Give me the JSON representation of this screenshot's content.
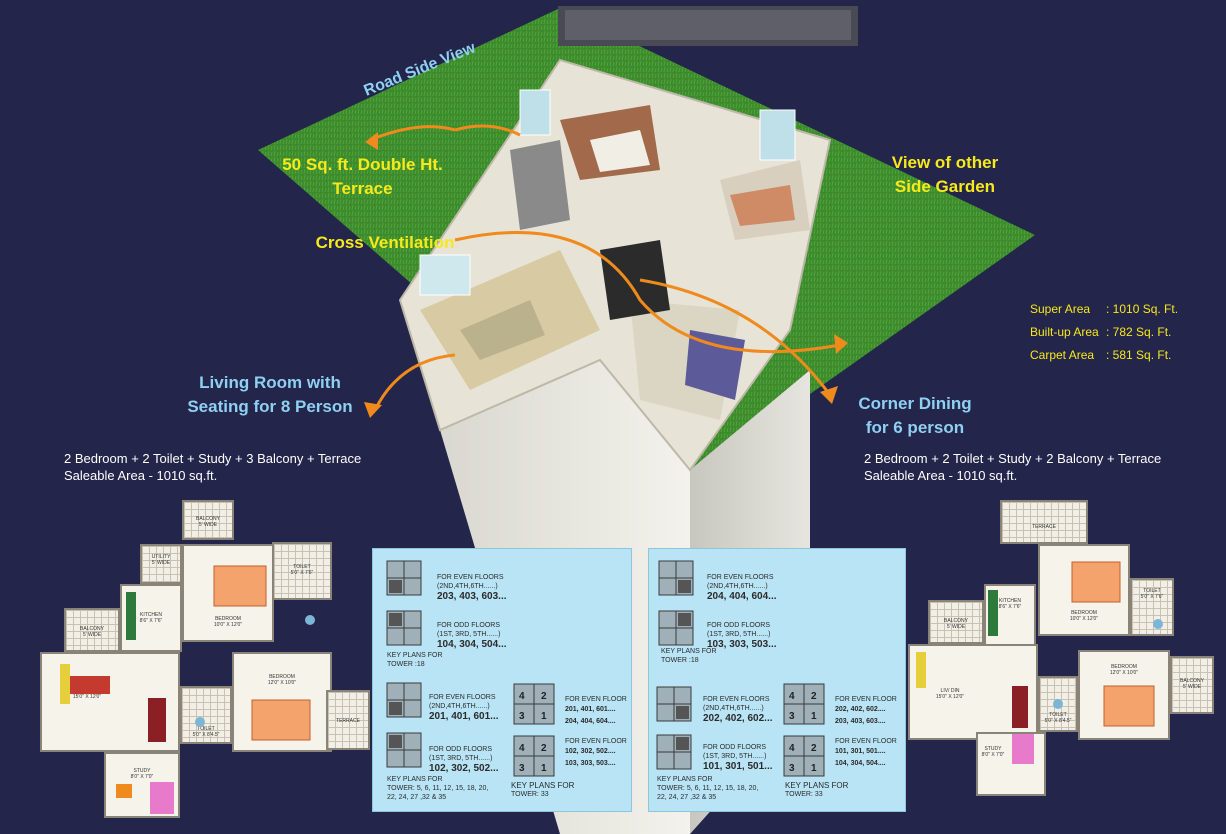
{
  "callouts": {
    "road_side_view": "Road Side View",
    "terrace_1": "50 Sq. ft. Double Ht.",
    "terrace_2": "Terrace",
    "cross_ventilation": "Cross Ventilation",
    "side_garden_1": "View of other",
    "side_garden_2": "Side Garden",
    "living_1": "Living Room with",
    "living_2": "Seating for 8 Person",
    "dining_1": "Corner Dining",
    "dining_2": "for 6 person"
  },
  "area": {
    "super_label": "Super Area",
    "super_value": ": 1010 Sq. Ft.",
    "builtup_label": "Built-up Area",
    "builtup_value": ": 782   Sq. Ft.",
    "carpet_label": "Carpet Area",
    "carpet_value": ": 581   Sq. Ft."
  },
  "left_unit": {
    "config": "2 Bedroom + 2 Toilet + Study + 3 Balcony + Terrace",
    "saleable": "Saleable Area - 1010 sq.ft.",
    "rooms": {
      "balcony_top": "BALCONY\n5' WIDE",
      "utility": "UTILITY\n5' WIDE",
      "kitchen": "KITCHEN\n8'6\" X 7'6\"",
      "bedroom1": "BEDROOM\n10'0\" X 12'0\"",
      "toilet1": "TOILET\n5'0\" X 7'6\"",
      "balcony_left": "BALCONY\n5' WIDE",
      "living": "LIV/ DIN\n15'0\" X 12'0\"",
      "bedroom2": "BEDROOM\n12'0\" X 10'0\"",
      "toilet2": "TOILET\n5'0\" X 8'4.5\"",
      "terrace": "TERRACE",
      "study": "STUDY\n8'0\" X 7'0\""
    }
  },
  "right_unit": {
    "config": "2 Bedroom + 2 Toilet + Study + 2 Balcony + Terrace",
    "saleable": "Saleable Area  - 1010 sq.ft.",
    "rooms": {
      "terrace": "TERRACE",
      "kitchen": "KITCHEN\n8'6\" X 7'6\"",
      "bedroom1": "BEDROOM\n10'0\" X 12'0\"",
      "toilet1": "TOILET\n5'0\" X 7'6\"",
      "balcony_left": "BALCONY\n5' WIDE",
      "living": "LIV/ DIN\n15'0\" X 12'0\"",
      "bedroom2": "BEDROOM\n12'0\" X 10'0\"",
      "balcony_right": "BALCONY\n5' WIDE",
      "toilet2": "TOILET\n5'0\" X 8'4.5\"",
      "study": "STUDY\n8'0\" X 7'0\""
    }
  },
  "key_plans_left": {
    "a_even": "FOR EVEN FLOORS",
    "a_even_sub": "(2ND,4TH,6TH......)",
    "a_even_units": "203, 403, 603...",
    "a_odd": "FOR ODD FLOORS",
    "a_odd_sub": "(1ST, 3RD, 5TH......)",
    "a_odd_units": "104, 304, 504...",
    "a_key": "KEY PLANS FOR",
    "a_tower": "TOWER :18",
    "b_even": "FOR EVEN FLOORS",
    "b_even_sub": "(2ND,4TH,6TH......)",
    "b_even_units": "201, 401, 601...",
    "b_odd": "FOR ODD FLOORS",
    "b_odd_sub": "(1ST, 3RD, 5TH......)",
    "b_odd_units": "102, 302, 502...",
    "b_key": "KEY PLANS FOR",
    "b_tower_1": "TOWER: 5, 6, 11, 12, 15, 18, 20,",
    "b_tower_2": "22, 24, 27 ,32 & 35",
    "c_even": "FOR EVEN FLOOR",
    "c_even_u1": "201, 401, 601....",
    "c_even_u2": "204, 404, 604....",
    "c_odd": "FOR EVEN FLOOR",
    "c_odd_u1": "102, 302, 502....",
    "c_odd_u2": "103, 303, 503....",
    "c_key": "KEY PLANS FOR",
    "c_tower": "TOWER: 33"
  },
  "key_plans_right": {
    "a_even": "FOR EVEN FLOORS",
    "a_even_sub": "(2ND,4TH,6TH......)",
    "a_even_units": "204, 404, 604...",
    "a_odd": "FOR ODD FLOORS",
    "a_odd_sub": "(1ST, 3RD, 5TH......)",
    "a_odd_units": "103, 303, 503...",
    "a_key": "KEY PLANS FOR",
    "a_tower": "TOWER :18",
    "b_even": "FOR EVEN FLOORS",
    "b_even_sub": "(2ND,4TH,6TH......)",
    "b_even_units": "202, 402, 602...",
    "b_odd": "FOR ODD FLOORS",
    "b_odd_sub": "(1ST, 3RD, 5TH......)",
    "b_odd_units": "101, 301, 501...",
    "b_key": "KEY PLANS FOR",
    "b_tower_1": "TOWER: 5, 6, 11, 12, 15, 18, 20,",
    "b_tower_2": "22, 24, 27 ,32 & 35",
    "c_even": "FOR EVEN FLOOR",
    "c_even_u1": "202, 402, 602....",
    "c_even_u2": "203, 403, 603....",
    "c_odd": "FOR EVEN FLOOR",
    "c_odd_u1": "101, 301, 501....",
    "c_odd_u2": "104, 304, 504....",
    "c_key": "KEY PLANS FOR",
    "c_tower": "TOWER: 33"
  },
  "colors": {
    "background": "#23254a",
    "callout_yellow": "#f7e91c",
    "callout_blue": "#8fd0f2",
    "arrow_orange": "#f08a1c",
    "keyplan_bg": "#b9e4f5",
    "grass": "#3f8a2e"
  }
}
